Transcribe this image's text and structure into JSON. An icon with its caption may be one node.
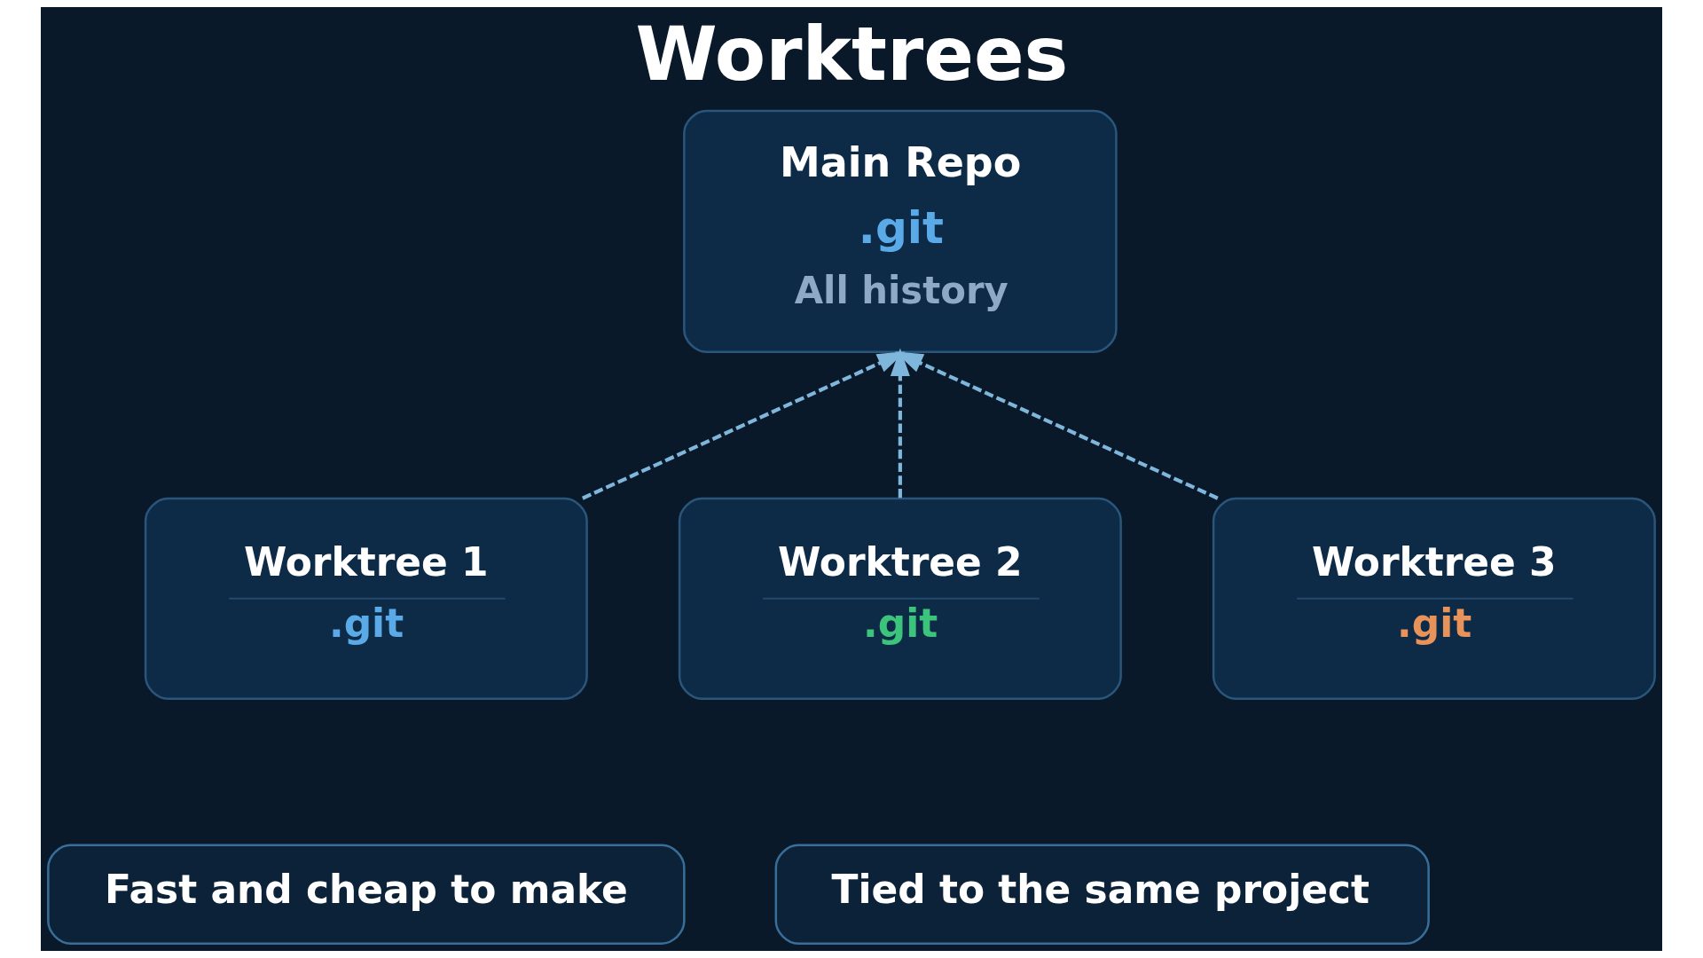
{
  "diagram": {
    "title": "Worktrees",
    "nodes": [
      {
        "text": [
          "Main Repo",
          ".git",
          "All history"
        ]
      },
      {
        "text": [
          "Worktree 1",
          ".git"
        ]
      },
      {
        "text": [
          "Worktree 2",
          ".git"
        ]
      },
      {
        "text": [
          "Worktree 3",
          ".git"
        ]
      },
      {
        "text": [
          "Fast and cheap to make"
        ]
      },
      {
        "text": [
          "Tied to the same project"
        ]
      }
    ],
    "edges": [
      {
        "from": 1,
        "to": 0,
        "arrow": "to",
        "style": "dashed"
      },
      {
        "from": 2,
        "to": 0,
        "arrow": "to",
        "style": "dashed"
      },
      {
        "from": 3,
        "to": 0,
        "arrow": "to",
        "style": "dashed"
      }
    ]
  }
}
